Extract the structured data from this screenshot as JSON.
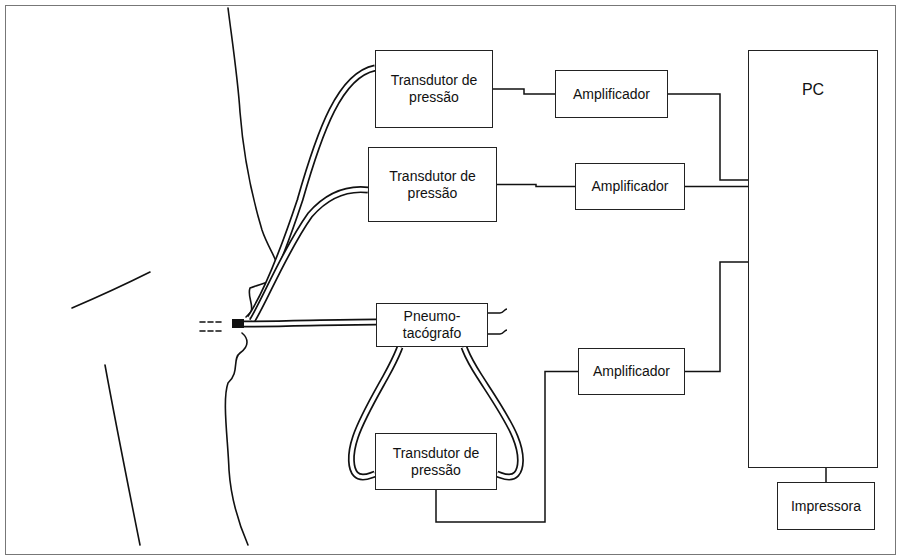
{
  "diagram": {
    "nodes": [
      {
        "text": [
          "Transdutor de pressão"
        ]
      },
      {
        "text": [
          "Amplificador"
        ]
      },
      {
        "text": [
          "Transdutor de pressão"
        ]
      },
      {
        "text": [
          "Amplificador"
        ]
      },
      {
        "text": [
          "Pneumo- tacógrafo"
        ]
      },
      {
        "text": [
          "Transdutor de pressão"
        ]
      },
      {
        "text": [
          "Amplificador"
        ]
      },
      {
        "text": [
          "PC"
        ]
      },
      {
        "text": [
          "Impressora"
        ]
      }
    ],
    "edges": [
      {
        "from": 0,
        "to": 1,
        "arrow": "none"
      },
      {
        "from": 1,
        "to": 7,
        "arrow": "none"
      },
      {
        "from": 2,
        "to": 3,
        "arrow": "none"
      },
      {
        "from": 3,
        "to": 7,
        "arrow": "none"
      },
      {
        "from": 6,
        "to": 7,
        "arrow": "none"
      },
      {
        "from": 5,
        "to": 6,
        "arrow": "none"
      },
      {
        "from": 4,
        "to": 5,
        "arrow": "none"
      },
      {
        "from": 4,
        "to": 5,
        "arrow": "none"
      },
      {
        "from": 7,
        "to": 8,
        "arrow": "none"
      }
    ]
  }
}
